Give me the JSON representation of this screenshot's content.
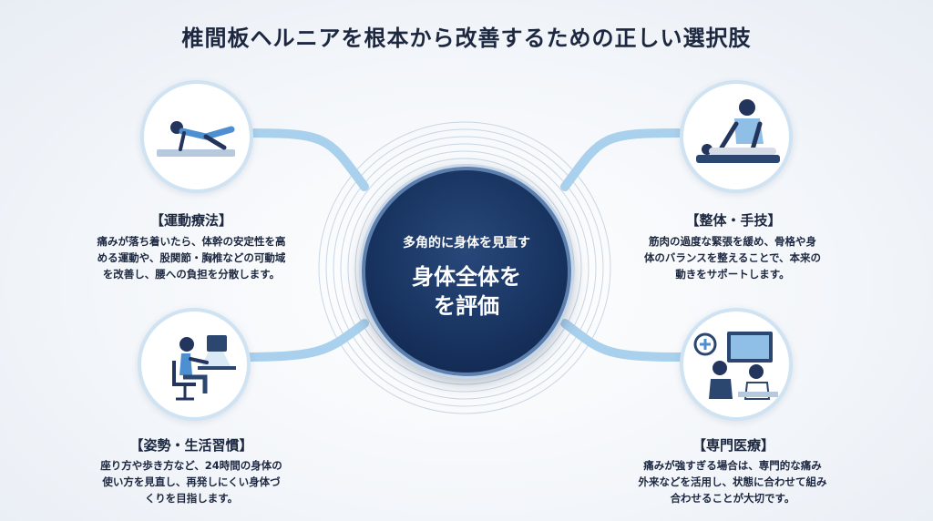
{
  "title": "椎間板ヘルニアを根本から改善するための正しい選択肢",
  "hub": {
    "subtitle": "多角的に身体を見直す",
    "main_line1": "身体全体を",
    "main_line2": "を評価"
  },
  "cards": [
    {
      "icon": "exercise-plank-icon",
      "title": "【運動療法】",
      "lines": [
        "痛みが落ち着いたら、体幹の安定性を高",
        "める運動や、股関節・胸椎などの可動域",
        "を改善し、腰への負担を分散します。"
      ]
    },
    {
      "icon": "chiropractic-massage-icon",
      "title": "【整体・手技】",
      "lines": [
        "筋肉の過度な緊張を緩め、骨格や身",
        "体のバランスを整えることで、本来の",
        "動きをサポートします。"
      ]
    },
    {
      "icon": "desk-posture-icon",
      "title": "【姿勢・生活習慣】",
      "lines": [
        "座り方や歩き方など、24時間の身体の",
        "使い方を見直し、再発しにくい身体づ",
        "くりを目指します。"
      ]
    },
    {
      "icon": "medical-consultation-icon",
      "title": "【専門医療】",
      "lines": [
        "痛みが強すぎる場合は、専門的な痛み",
        "外来などを活用し、状態に合わせて組み",
        "合わせることが大切です。"
      ]
    }
  ],
  "colors": {
    "navy": "#17325e",
    "connector": "#a9d0ec",
    "ring": "#cfe3f3",
    "text": "#1c2740"
  }
}
